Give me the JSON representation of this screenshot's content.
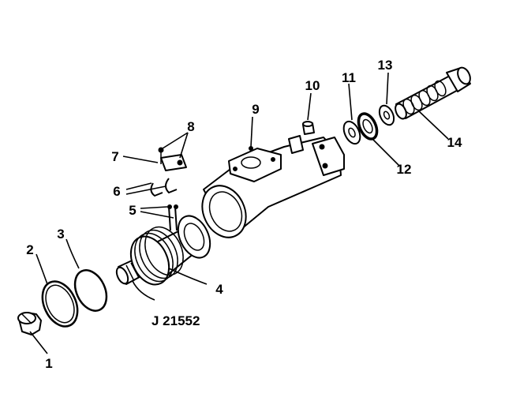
{
  "diagram": {
    "callouts": [
      "1",
      "2",
      "3",
      "4",
      "5",
      "6",
      "7",
      "8",
      "9",
      "10",
      "11",
      "12",
      "13",
      "14"
    ],
    "tool_label": "J 21552"
  }
}
